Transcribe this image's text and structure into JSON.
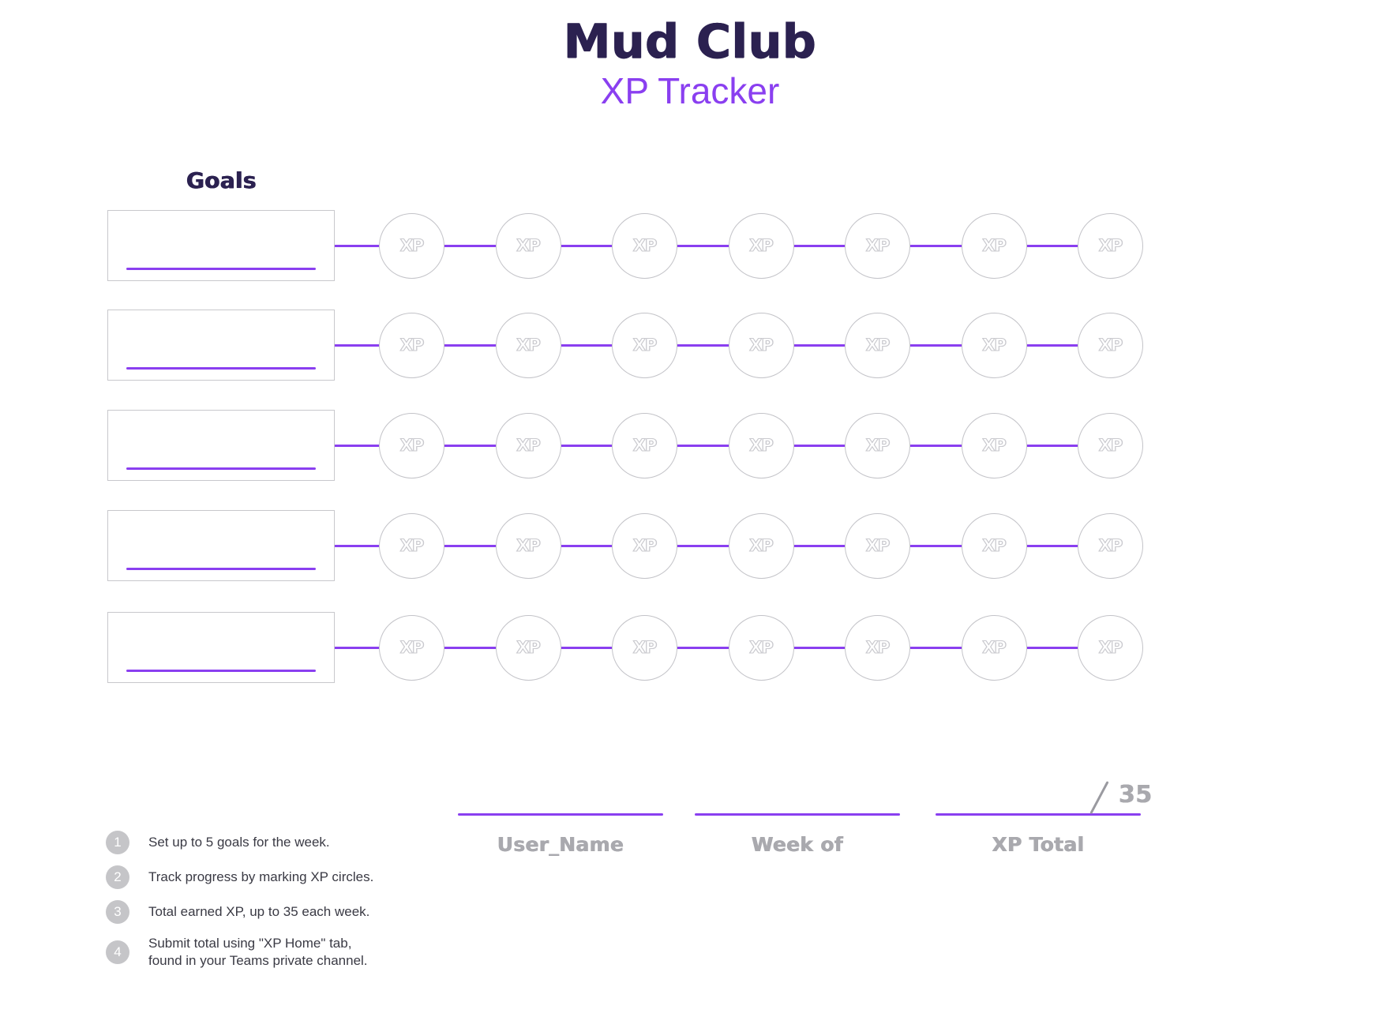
{
  "header": {
    "title": "Mud Club",
    "subtitle": "XP Tracker",
    "title_color": "#2b2150",
    "subtitle_color": "#8a3ff0"
  },
  "goals": {
    "heading": "Goals",
    "row_count": 5,
    "circles_per_row": 7,
    "circle_label": "XP",
    "accent_color": "#8a3ff0",
    "border_color": "#c8c8cc",
    "rows": [
      {
        "value": "",
        "placeholder": ""
      },
      {
        "value": "",
        "placeholder": ""
      },
      {
        "value": "",
        "placeholder": ""
      },
      {
        "value": "",
        "placeholder": ""
      },
      {
        "value": "",
        "placeholder": ""
      }
    ]
  },
  "instructions": [
    {
      "number": "1",
      "text": "Set up to 5 goals for the week."
    },
    {
      "number": "2",
      "text": "Track progress by marking XP circles."
    },
    {
      "number": "3",
      "text": "Total earned XP, up to 35 each week."
    },
    {
      "number": "4",
      "text": "Submit total using \"XP Home\" tab,\nfound in your Teams private channel."
    }
  ],
  "footer": {
    "fields": [
      {
        "id": "username",
        "label": "User_Name",
        "value": ""
      },
      {
        "id": "weekof",
        "label": "Week of",
        "value": ""
      },
      {
        "id": "xptotal",
        "label": "XP Total",
        "value": ""
      }
    ],
    "max_value": "35",
    "label_color": "#a9a9ae"
  }
}
